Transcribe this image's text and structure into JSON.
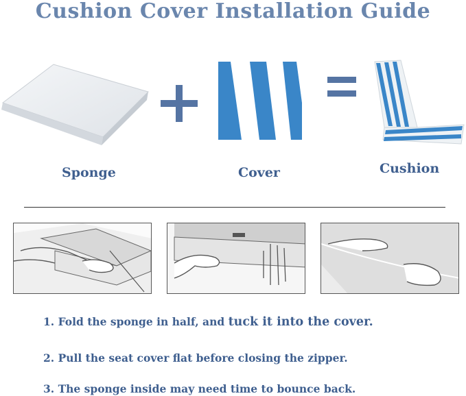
{
  "title": "Cushion Cover Installation Guide",
  "items": {
    "sponge_label": "Sponge",
    "cover_label": "Cover",
    "cushion_label": "Cushion"
  },
  "operators": {
    "plus": "+",
    "equals": "="
  },
  "steps": [
    {
      "text": "1. Fold the sponge in half, and ",
      "emphasis": "tuck it into the cover."
    },
    {
      "text": "2. Pull the seat cover flat before closing the zipper."
    },
    {
      "text": "3. The sponge inside may need time to bounce back."
    }
  ],
  "colors": {
    "title": "#6a86ad",
    "label": "#3f5f8f",
    "stripe_blue": "#3a86c8",
    "operator": "#5574a3"
  },
  "icons": [
    "sponge-illustration",
    "striped-cover-illustration",
    "cushion-chair-illustration",
    "plus-icon",
    "equals-icon"
  ]
}
